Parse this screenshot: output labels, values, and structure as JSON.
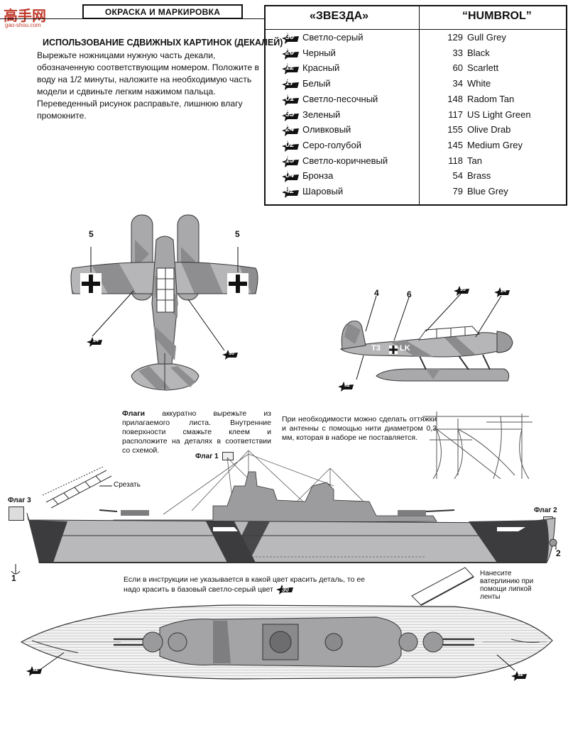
{
  "logo": {
    "text": "高手网",
    "url": "gao-shou.com"
  },
  "header": {
    "title": "ОКРАСКА И МАРКИРОВКА"
  },
  "decals": {
    "title": "ИСПОЛЬЗОВАНИЕ СДВИЖНЫХ КАРТИНОК (ДЕКАЛЕЙ)",
    "text": "Вырежьте ножницами нужную часть декали, обозначенную соответствующим номером. Положите в воду на 1/2 минуты, наложите на необходимую часть модели и сдвиньте легким нажимом пальца. Переведенный рисунок расправьте, лишнюю влагу промокните."
  },
  "paint_table": {
    "col1_header": "«ЗВЕЗДА»",
    "col2_header": "“HUMBROL”",
    "rows": [
      {
        "code": "30",
        "name": "Светло-серый",
        "h_num": "129",
        "h_name": "Gull Grey"
      },
      {
        "code": "20",
        "name": "Черный",
        "h_num": "33",
        "h_name": "Black"
      },
      {
        "code": "12",
        "name": "Красный",
        "h_num": "60",
        "h_name": "Scarlett"
      },
      {
        "code": "17",
        "name": "Белый",
        "h_num": "34",
        "h_name": "White"
      },
      {
        "code": "01",
        "name": "Светло-песочный",
        "h_num": "148",
        "h_name": "Radom Tan"
      },
      {
        "code": "35",
        "name": "Зеленый",
        "h_num": "117",
        "h_name": "US Light Green"
      },
      {
        "code": "24",
        "name": "Оливковый",
        "h_num": "155",
        "h_name": "Olive Drab"
      },
      {
        "code": "02",
        "name": "Серо-голубой",
        "h_num": "145",
        "h_name": "Medium Grey"
      },
      {
        "code": "15",
        "name": "Светло-коричневый",
        "h_num": "118",
        "h_name": "Tan"
      },
      {
        "code": "04",
        "name": "Бронза",
        "h_num": "54",
        "h_name": "Brass"
      },
      {
        "code": "42",
        "name": "Шаровый",
        "h_num": "79",
        "h_name": "Blue Grey"
      }
    ]
  },
  "plane": {
    "label_5a": "5",
    "label_5b": "5",
    "star_24": "24",
    "star_35": "35",
    "side_label_4": "4",
    "side_label_6": "6",
    "side_star_35": "35",
    "side_star_24": "24",
    "side_star_02": "02",
    "code_left": "T3",
    "code_right": "LK"
  },
  "flags": {
    "bold": "Флаги",
    "text": " аккуратно вырежьте из прилагаемого листа. Внутренние поверхности смажьте клеем и расположите на деталях в соответствии со схемой.",
    "flag1": "Флаг 1",
    "flag2": "Флаг 2",
    "flag3": "Флаг 3",
    "cut_label": "Срезать"
  },
  "rigging": {
    "text": "При необходимости можно сделать оттяжки и антенны с помощью нити диаметром 0,3 мм, которая в наборе не поставляется."
  },
  "ship": {
    "num1": "1",
    "num2": "2",
    "star_bottom_left": "12",
    "star_bottom_right": "12"
  },
  "base_note": {
    "text": "Если в инструкции не указывается в какой цвет красить деталь, то ее надо красить в базовый светло-серый цвет",
    "code": "30"
  },
  "waterline": {
    "text": "Нанесите ватерлинию при помощи липкой ленты"
  }
}
